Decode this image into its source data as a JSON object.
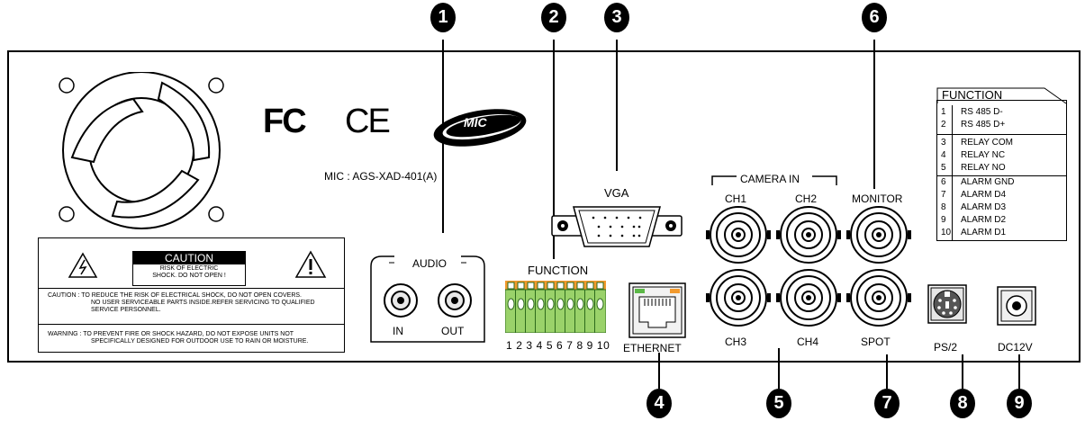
{
  "callouts": [
    "1",
    "2",
    "3",
    "4",
    "5",
    "6",
    "7",
    "8",
    "9"
  ],
  "fan": {
    "icon": "fan-vent-icon"
  },
  "certifications": {
    "fc": "FC",
    "ce": "CE",
    "mic": "MIC"
  },
  "mic_code": "MIC : AGS-XAD-401(A)",
  "audio": {
    "title": "AUDIO",
    "in": "IN",
    "out": "OUT"
  },
  "function_terminal": {
    "label": "FUNCTION",
    "pins": "1 2 3 4 5 6 7 8 9 10"
  },
  "vga": {
    "label": "VGA"
  },
  "ethernet": {
    "label": "ETHERNET"
  },
  "camera_in": {
    "title": "CAMERA IN",
    "ch1": "CH1",
    "ch2": "CH2",
    "ch3": "CH3",
    "ch4": "CH4"
  },
  "monitor": {
    "label": "MONITOR"
  },
  "spot": {
    "label": "SPOT"
  },
  "ps2": {
    "label": "PS/2"
  },
  "dc": {
    "label": "DC12V"
  },
  "caution": {
    "title": "CAUTION",
    "risk_line1": "RISK OF ELECTRIC",
    "risk_line2": "SHOCK. DO NOT OPEN !",
    "caution_l1": "CAUTION : TO REDUCE THE RISK OF ELECTRICAL SHOCK, DO NOT OPEN COVERS.",
    "caution_l2": "NO USER SERVICEABLE PARTS INSIDE.REFER SERVICING TO QUALIFIED",
    "caution_l3": "SERVICE PERSONNEL.",
    "warning_l1": "WARNING : TO PREVENT FIRE OR SHOCK HAZARD, DO NOT EXPOSE UNITS NOT",
    "warning_l2": "SPECIFICALLY DESIGNED FOR OUTDOOR USE TO RAIN OR MOISTURE."
  },
  "function_table": {
    "title": "FUNCTION",
    "rows": [
      {
        "num": "1",
        "label": "RS  485  D-"
      },
      {
        "num": "2",
        "label": "RS  485  D+"
      },
      {
        "num": "3",
        "label": "RELAY  COM"
      },
      {
        "num": "4",
        "label": "RELAY  NC"
      },
      {
        "num": "5",
        "label": "RELAY  NO"
      },
      {
        "num": "6",
        "label": "ALARM  GND"
      },
      {
        "num": "7",
        "label": "ALARM  D4"
      },
      {
        "num": "8",
        "label": "ALARM  D3"
      },
      {
        "num": "9",
        "label": "ALARM  D2"
      },
      {
        "num": "10",
        "label": "ALARM  D1"
      }
    ]
  }
}
